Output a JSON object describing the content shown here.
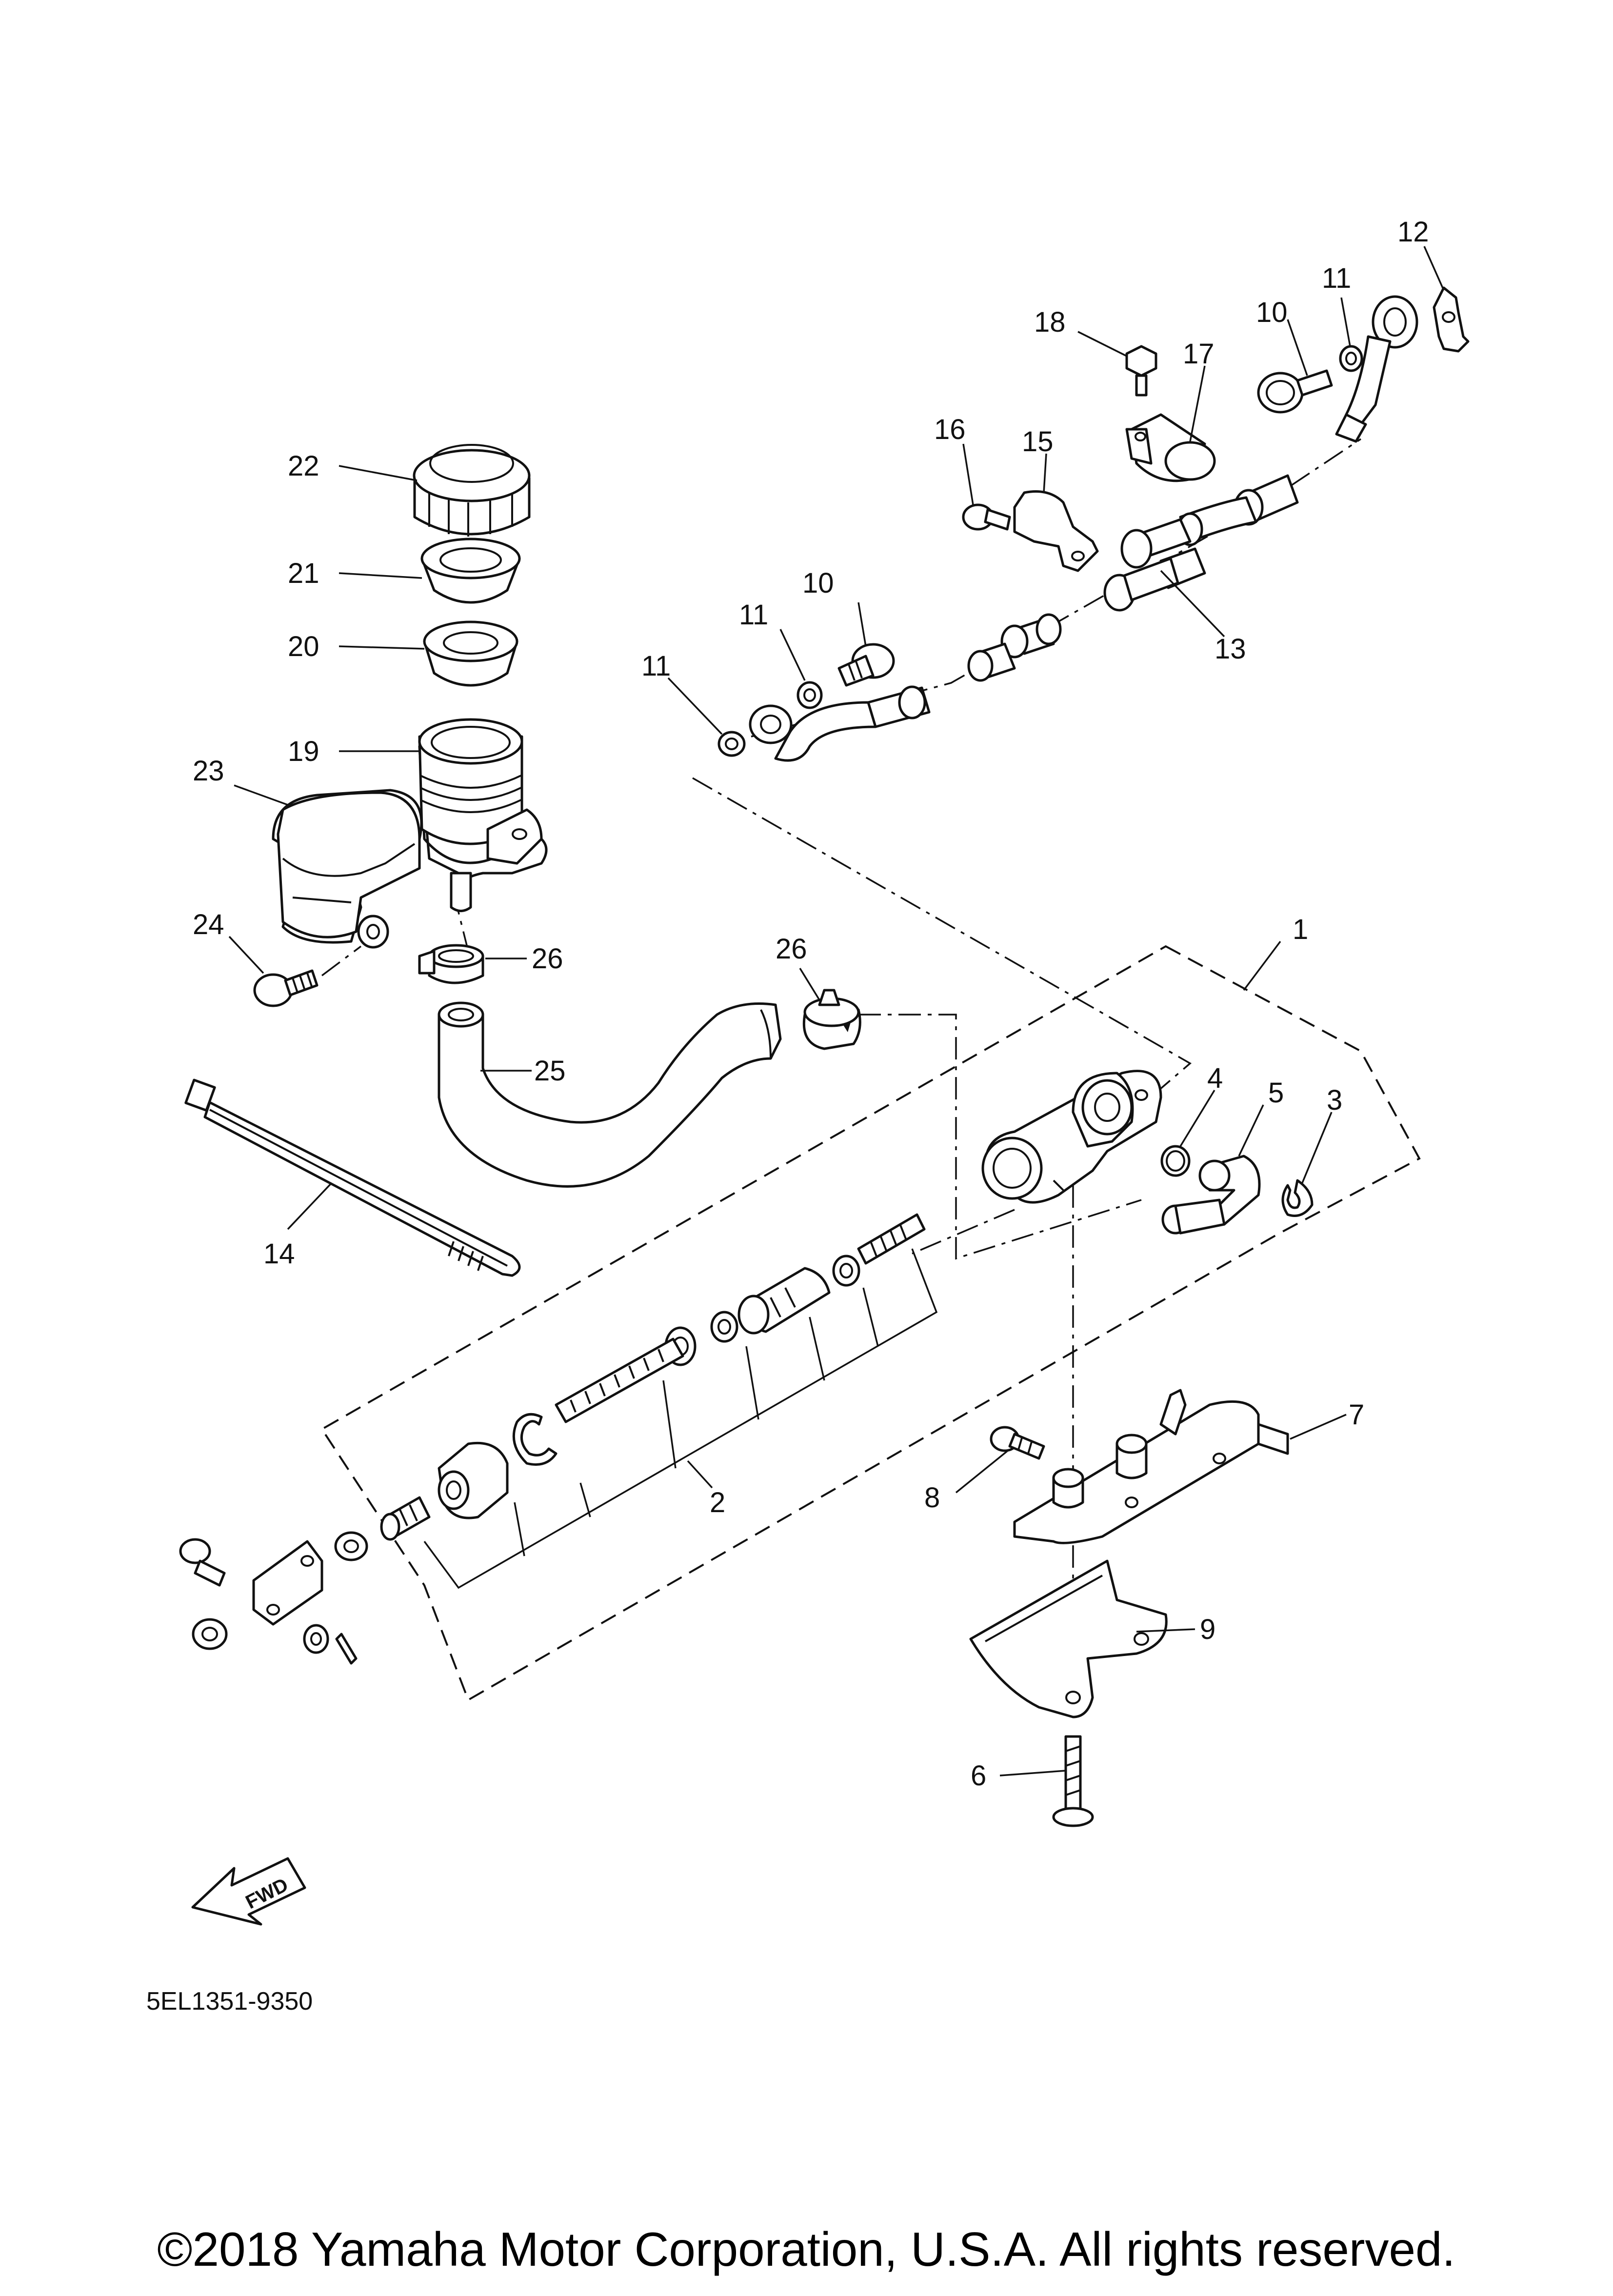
{
  "diagram_code": "5EL1351-9350",
  "copyright": "©2018 Yamaha Motor Corporation, U.S.A. All rights reserved.",
  "fwd_label": "FWD",
  "callouts": {
    "c1": "1",
    "c2": "2",
    "c3": "3",
    "c4": "4",
    "c5": "5",
    "c6": "6",
    "c7": "7",
    "c8": "8",
    "c9": "9",
    "c10a": "10",
    "c10b": "10",
    "c11a": "11",
    "c11b": "11",
    "c11c": "11",
    "c12": "12",
    "c13": "13",
    "c14": "14",
    "c15": "15",
    "c16": "16",
    "c17": "17",
    "c18": "18",
    "c19": "19",
    "c20": "20",
    "c21": "21",
    "c22": "22",
    "c23": "23",
    "c24": "24",
    "c25": "25",
    "c26a": "26",
    "c26b": "26"
  }
}
